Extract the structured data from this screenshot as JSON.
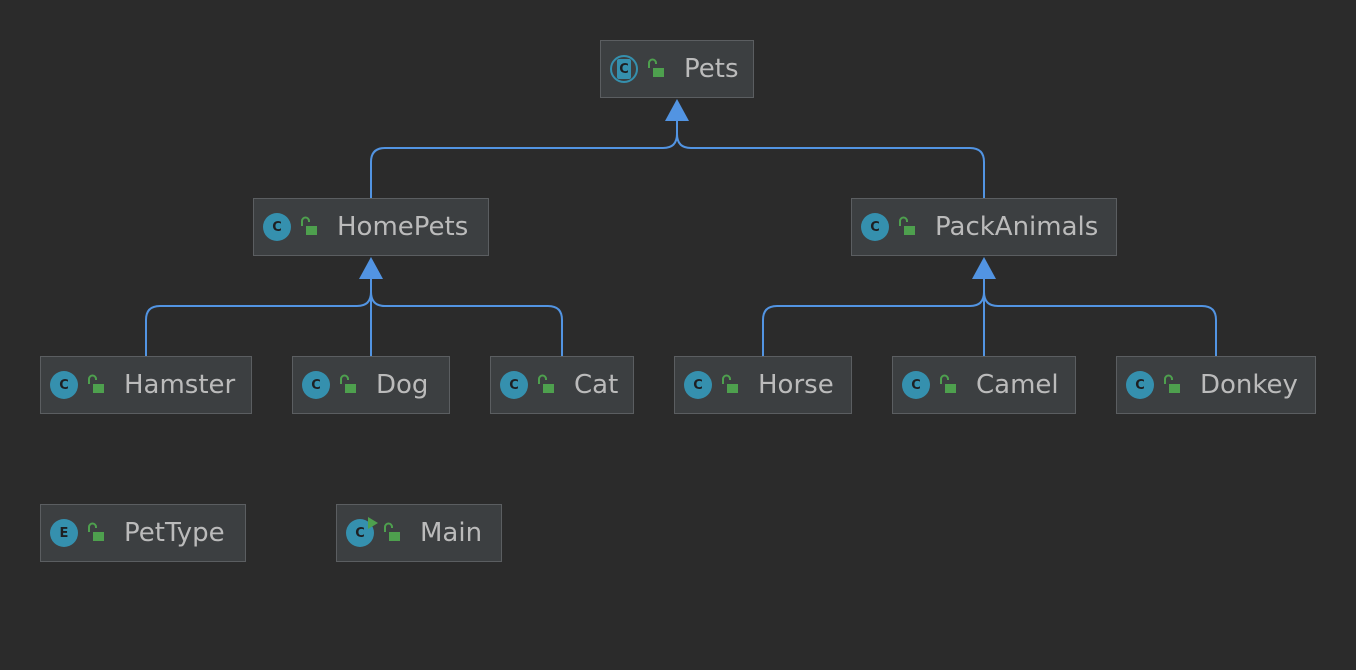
{
  "diagram": {
    "nodes": [
      {
        "id": "pets",
        "label": "Pets",
        "kind": "C",
        "modifier": "abstract"
      },
      {
        "id": "homepets",
        "label": "HomePets",
        "kind": "C"
      },
      {
        "id": "packanimals",
        "label": "PackAnimals",
        "kind": "C"
      },
      {
        "id": "hamster",
        "label": "Hamster",
        "kind": "C"
      },
      {
        "id": "dog",
        "label": "Dog",
        "kind": "C"
      },
      {
        "id": "cat",
        "label": "Cat",
        "kind": "C"
      },
      {
        "id": "horse",
        "label": "Horse",
        "kind": "C"
      },
      {
        "id": "camel",
        "label": "Camel",
        "kind": "C"
      },
      {
        "id": "donkey",
        "label": "Donkey",
        "kind": "C"
      },
      {
        "id": "pettype",
        "label": "PetType",
        "kind": "E"
      },
      {
        "id": "main",
        "label": "Main",
        "kind": "C",
        "modifier": "runnable"
      }
    ],
    "edges": [
      {
        "from": "homepets",
        "to": "pets",
        "type": "extends"
      },
      {
        "from": "packanimals",
        "to": "pets",
        "type": "extends"
      },
      {
        "from": "hamster",
        "to": "homepets",
        "type": "extends"
      },
      {
        "from": "dog",
        "to": "homepets",
        "type": "extends"
      },
      {
        "from": "cat",
        "to": "homepets",
        "type": "extends"
      },
      {
        "from": "horse",
        "to": "packanimals",
        "type": "extends"
      },
      {
        "from": "camel",
        "to": "packanimals",
        "type": "extends"
      },
      {
        "from": "donkey",
        "to": "packanimals",
        "type": "extends"
      }
    ],
    "colors": {
      "background": "#2b2b2b",
      "node_fill": "#3c3f41",
      "node_border": "#5b5e61",
      "edge": "#5294e2",
      "class_icon": "#3590ae",
      "lock_icon": "#4ea04e",
      "label": "#bbbbbb"
    }
  }
}
